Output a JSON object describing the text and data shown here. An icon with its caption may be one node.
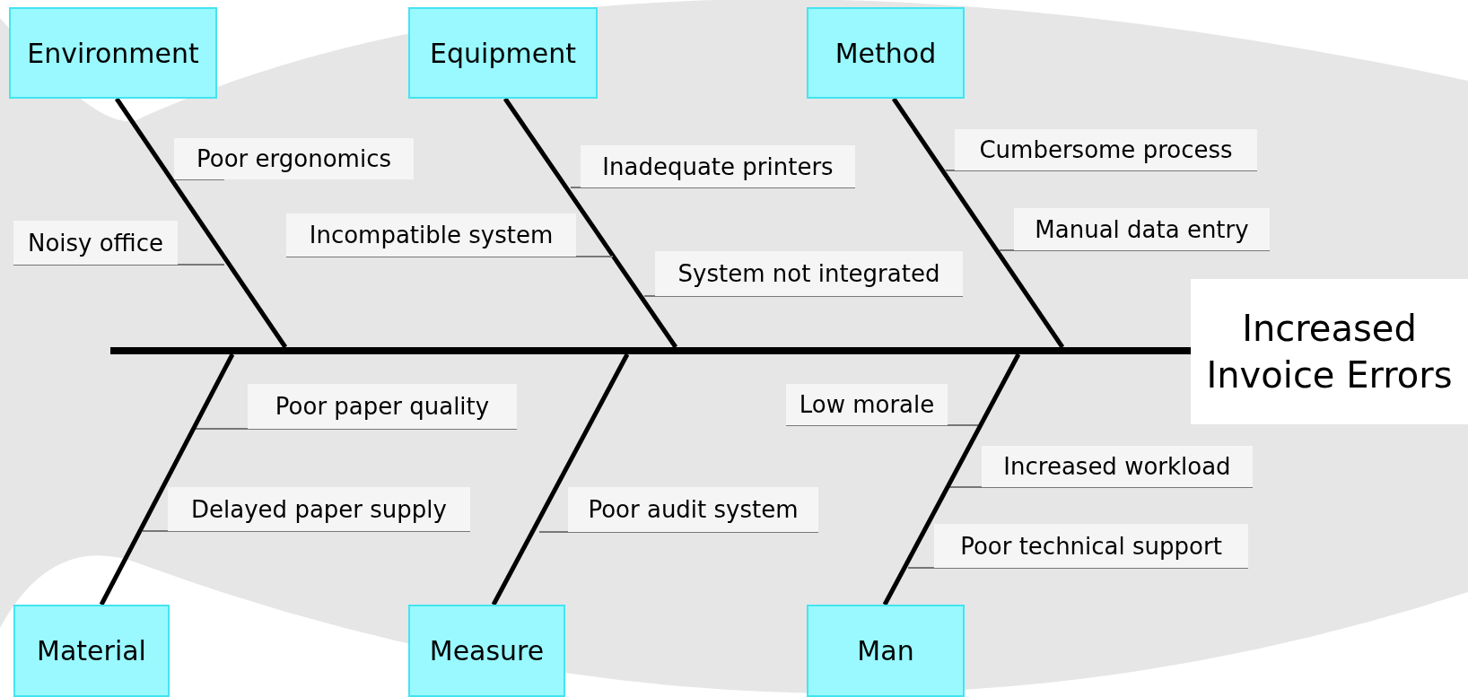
{
  "diagram": {
    "nodes": [
      {
        "text": [
          "Environment"
        ]
      },
      {
        "text": [
          "Equipment"
        ]
      },
      {
        "text": [
          "Method"
        ]
      },
      {
        "text": [
          "Poor ergonomics"
        ]
      },
      {
        "text": [
          "Inadequate printers"
        ]
      },
      {
        "text": [
          "Cumbersome process"
        ]
      },
      {
        "text": [
          "Noisy office"
        ]
      },
      {
        "text": [
          "Incompatible system"
        ]
      },
      {
        "text": [
          "Manual data entry"
        ]
      },
      {
        "text": [
          "System not integrated"
        ]
      },
      {
        "text": [],
        "shape": "bar"
      },
      {
        "text": [
          "Increased Invoice Errors"
        ]
      },
      {
        "text": [
          "Poor paper quality"
        ]
      },
      {
        "text": [
          "Low morale"
        ]
      },
      {
        "text": [
          "Increased workload"
        ]
      },
      {
        "text": [
          "Delayed paper supply"
        ]
      },
      {
        "text": [
          "Poor audit system"
        ]
      },
      {
        "text": [
          "Poor technical support"
        ]
      },
      {
        "text": [
          "Material"
        ]
      },
      {
        "text": [
          "Measure"
        ]
      },
      {
        "text": [
          "Man"
        ]
      }
    ],
    "edges": [
      {
        "from": 0,
        "to": 10,
        "arrow": "none",
        "style": "thick",
        "color": "#000000"
      },
      {
        "from": 1,
        "to": 10,
        "arrow": "none",
        "style": "thick",
        "color": "#000000"
      },
      {
        "from": 2,
        "to": 10,
        "arrow": "none",
        "style": "thick",
        "color": "#000000"
      },
      {
        "from": 3,
        "to": null,
        "arrow": "none"
      },
      {
        "from": 4,
        "to": null,
        "arrow": "none"
      },
      {
        "from": 5,
        "to": null,
        "arrow": "none"
      },
      {
        "from": 6,
        "to": null,
        "arrow": "none"
      },
      {
        "from": 7,
        "to": null,
        "arrow": "none"
      },
      {
        "from": 8,
        "to": null,
        "arrow": "none"
      },
      {
        "from": 9,
        "to": null,
        "arrow": "none"
      },
      {
        "from": 12,
        "to": null,
        "arrow": "none"
      },
      {
        "from": 13,
        "to": null,
        "arrow": "none"
      },
      {
        "from": 14,
        "to": null,
        "arrow": "none"
      },
      {
        "from": 15,
        "to": null,
        "arrow": "none"
      },
      {
        "from": 16,
        "to": null,
        "arrow": "none"
      },
      {
        "from": 17,
        "to": null,
        "arrow": "none"
      },
      {
        "from": 18,
        "to": 10,
        "arrow": "none",
        "style": "thick",
        "color": "#000000"
      },
      {
        "from": 19,
        "to": 10,
        "arrow": "none",
        "style": "thick",
        "color": "#000000"
      },
      {
        "from": 20,
        "to": 10,
        "arrow": "none",
        "style": "thick",
        "color": "#000000"
      }
    ]
  }
}
